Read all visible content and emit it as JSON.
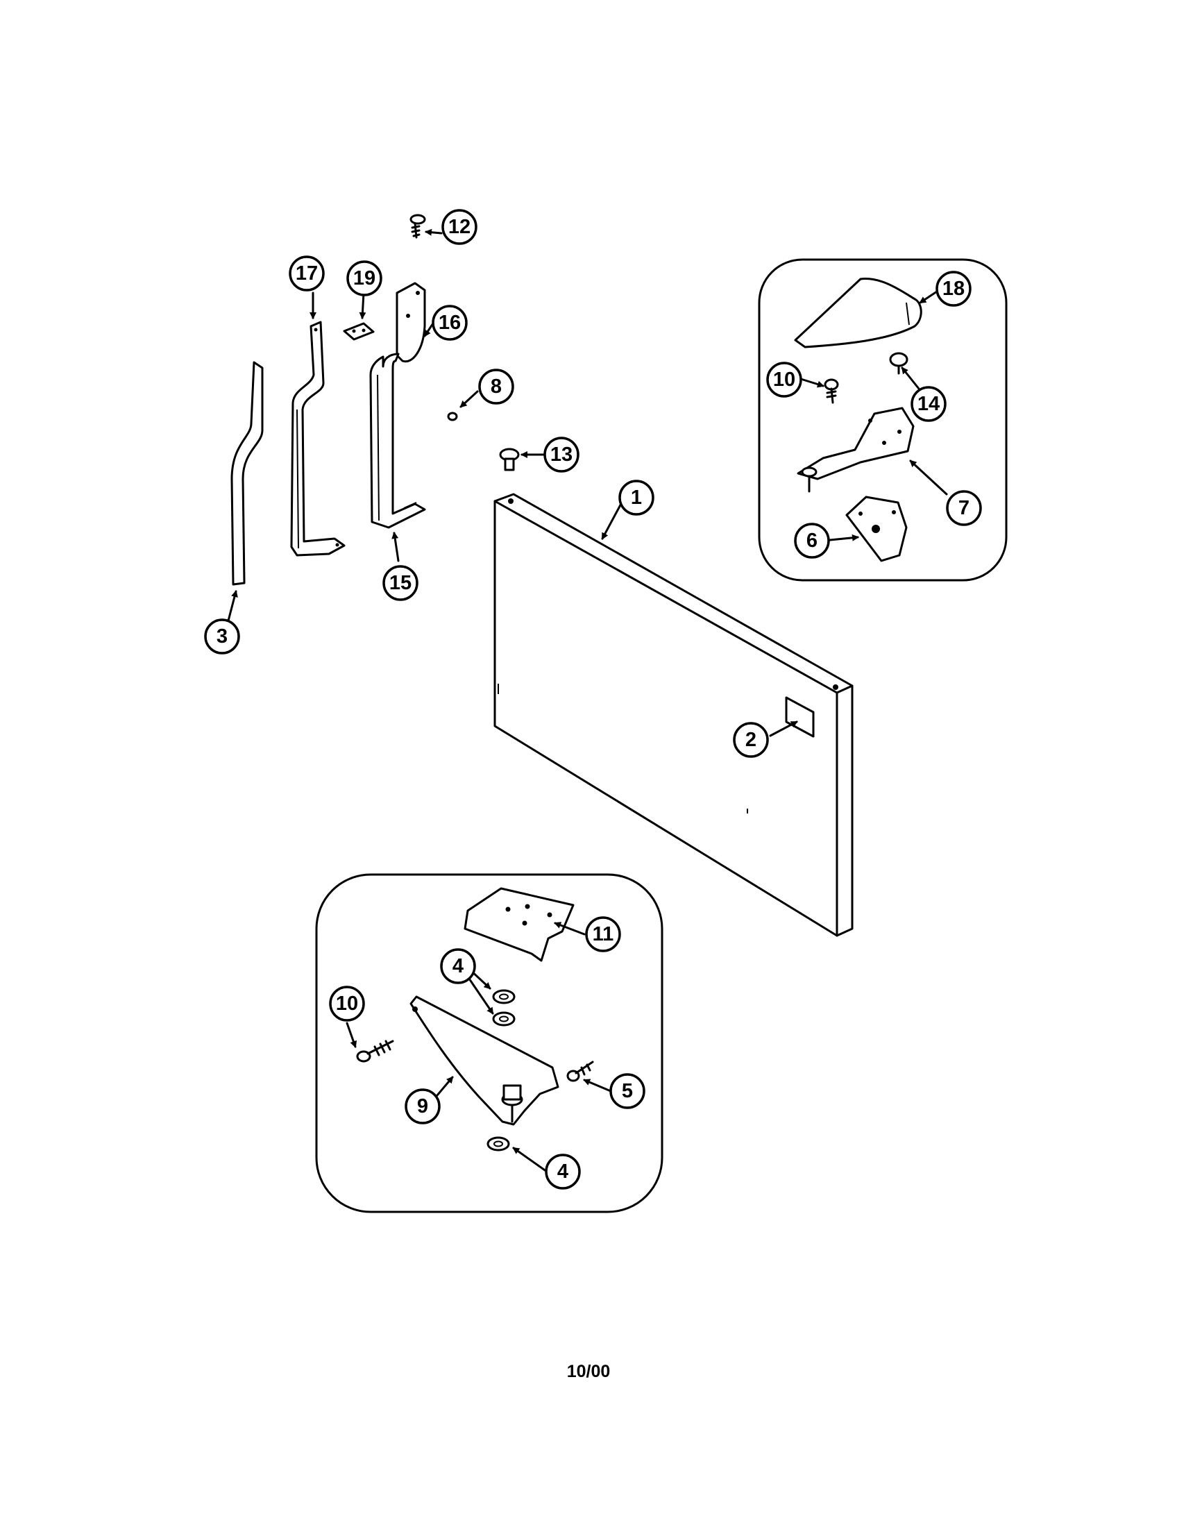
{
  "footer": {
    "date_code": "10/00"
  },
  "callouts": {
    "c1": "1",
    "c2": "2",
    "c3": "3",
    "c4a": "4",
    "c4b": "4",
    "c5": "5",
    "c6": "6",
    "c7": "7",
    "c8": "8",
    "c9": "9",
    "c10a": "10",
    "c10b": "10",
    "c11": "11",
    "c12": "12",
    "c13": "13",
    "c14": "14",
    "c15": "15",
    "c16": "16",
    "c17": "17",
    "c18": "18",
    "c19": "19"
  }
}
